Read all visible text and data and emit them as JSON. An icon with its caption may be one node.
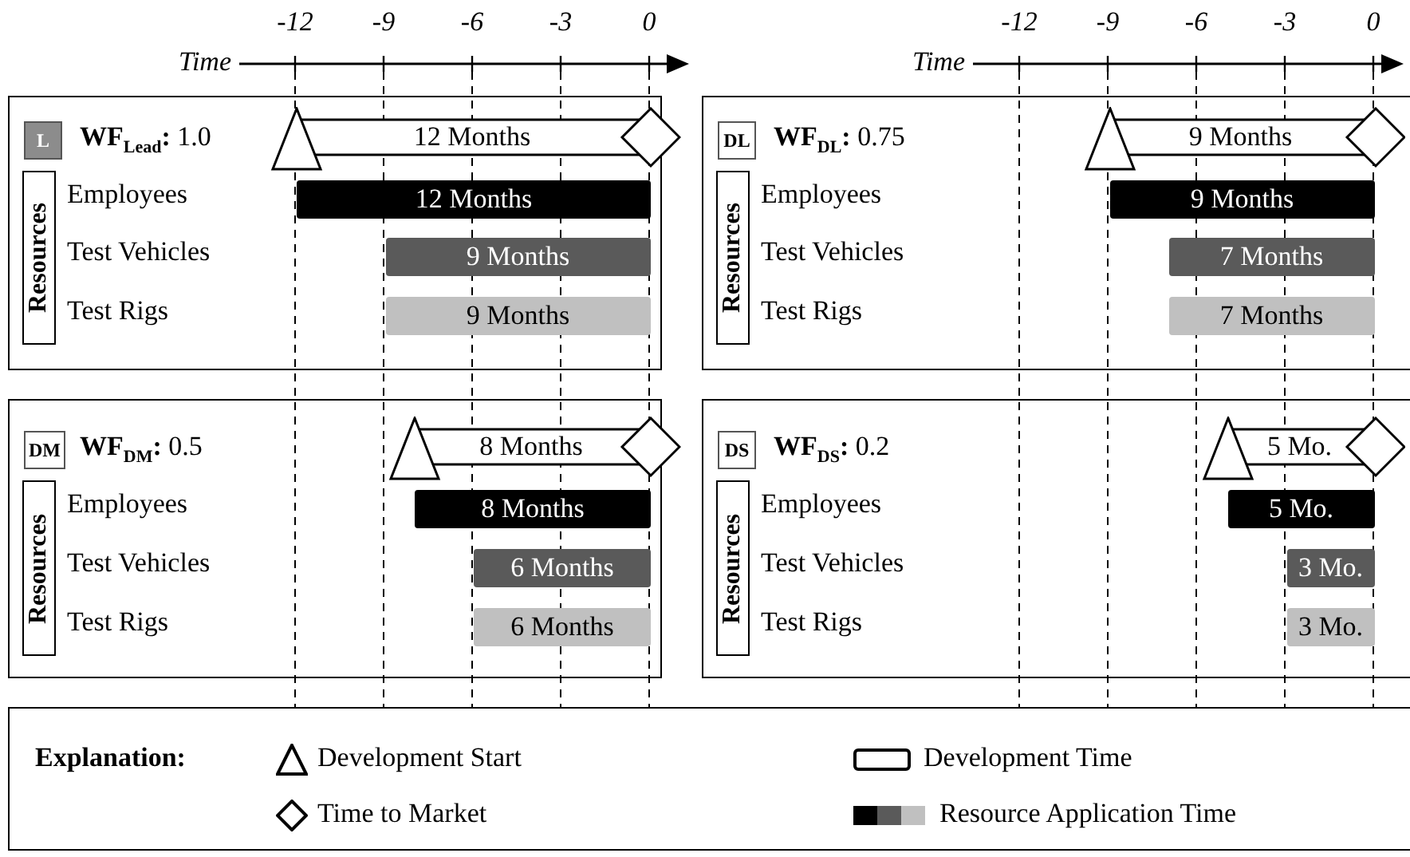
{
  "diagram": {
    "nodes": [
      {
        "text": [
          "**WF**$_{Lead}$**:** 1.0"
        ]
      },
      {
        "text": [
          "L"
        ],
        "in": 0
      },
      {
        "text": [
          "Resources"
        ],
        "in": 0
      },
      {
        "text": [
          "12 Months"
        ],
        "in": 0
      },
      {
        "text": [
          "12 Months"
        ],
        "in": 0
      },
      {
        "text": [
          "9 Months"
        ],
        "in": 0
      },
      {
        "text": [
          "9 Months"
        ],
        "in": 0
      },
      {
        "text": [
          "**WF**$_{DL}$**:** 0.75"
        ]
      },
      {
        "text": [
          "DL"
        ],
        "in": 7
      },
      {
        "text": [
          "Resources"
        ],
        "in": 7
      },
      {
        "text": [
          "9 Months"
        ],
        "in": 7
      },
      {
        "text": [
          "9 Months"
        ],
        "in": 7
      },
      {
        "text": [
          "7 Months"
        ],
        "in": 7
      },
      {
        "text": [
          "7 Months"
        ],
        "in": 7
      },
      {
        "text": [
          "**WF**$_{DM}$**:** 0.5"
        ]
      },
      {
        "text": [
          "DM"
        ],
        "in": 14
      },
      {
        "text": [
          "Resources"
        ],
        "in": 14
      },
      {
        "text": [
          "8 Months"
        ],
        "in": 14
      },
      {
        "text": [
          "8 Months"
        ],
        "in": 14
      },
      {
        "text": [
          "6 Months"
        ],
        "in": 14
      },
      {
        "text": [
          "6 Months"
        ],
        "in": 14
      },
      {
        "text": [
          "**WF**$_{DS}$**:** 0.2"
        ]
      },
      {
        "text": [
          "DS"
        ],
        "in": 21
      },
      {
        "text": [
          "Resources"
        ],
        "in": 21
      },
      {
        "text": [
          "5 Mo."
        ],
        "in": 21
      },
      {
        "text": [
          "5 Mo."
        ],
        "in": 21
      },
      {
        "text": [
          "3 Mo."
        ],
        "in": 21
      },
      {
        "text": [
          "3 Mo."
        ],
        "in": 21
      }
    ],
    "labels": [
      "Time",
      "-12",
      "-9",
      "-6",
      "-3",
      "0",
      "Time",
      "-12",
      "-9",
      "-6",
      "-3",
      "0",
      "Employees",
      "Test Vehicles",
      "Test Rigs",
      "Employees",
      "Test Vehicles",
      "Test Rigs",
      "Employees",
      "Test Vehicles",
      "Test Rigs",
      "Employees",
      "Test Vehicles",
      "Test Rigs",
      "Explanation:"
    ],
    "legend": [
      {
        "text": "Development Start"
      },
      {
        "text": "Development Time"
      },
      {
        "text": "Time to Market"
      },
      {
        "text": "Resource Application Time"
      }
    ]
  }
}
